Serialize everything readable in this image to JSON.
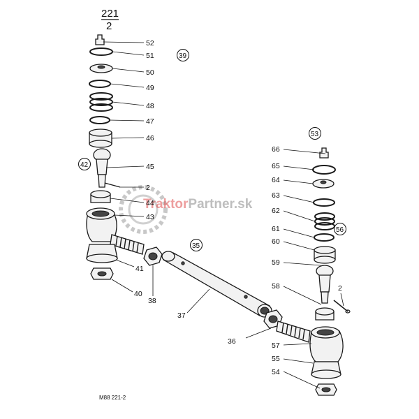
{
  "header": {
    "number": "221",
    "sub": "2"
  },
  "footer": {
    "code": "M88  221-2"
  },
  "watermark": {
    "traktor": "Traktor",
    "partner": "Partner.sk",
    "color_red": "#e05050",
    "color_grey": "#8a8a8a"
  },
  "refs": {
    "r39": "39",
    "r42": "42",
    "r53": "53",
    "r35": "35",
    "r56": "56"
  },
  "labels": {
    "l52": "52",
    "l51": "51",
    "l50": "50",
    "l49": "49",
    "l48": "48",
    "l47": "47",
    "l46": "46",
    "l45": "45",
    "l2a": "2",
    "l44": "44",
    "l43": "43",
    "l41": "41",
    "l40": "40",
    "l38": "38",
    "l37": "37",
    "l36": "36",
    "l66": "66",
    "l65": "65",
    "l64": "64",
    "l63": "63",
    "l62": "62",
    "l61": "61",
    "l60": "60",
    "l59": "59",
    "l58": "58",
    "l2b": "2",
    "l57": "57",
    "l55": "55",
    "l54": "54"
  }
}
